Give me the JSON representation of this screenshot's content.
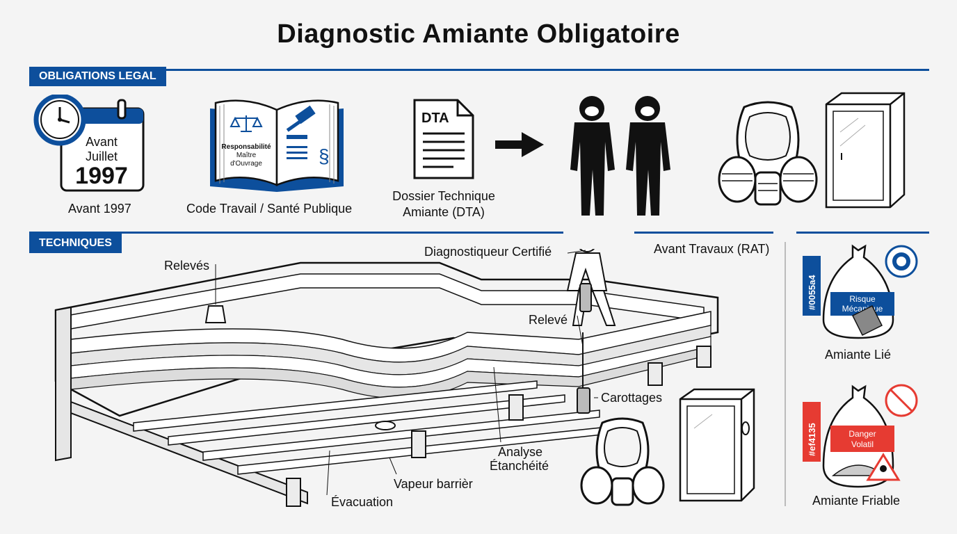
{
  "title": "Diagnostic Amiante Obligatoire",
  "sections": {
    "legal": "OBLIGATIONS LEGAL",
    "techniques": "TECHNIQUES"
  },
  "legal_items": {
    "calendar": {
      "line1": "Avant",
      "line2": "Juillet",
      "year": "1997",
      "caption": "Avant 1997"
    },
    "book": {
      "page_text_1": "Responsabilité",
      "page_text_2": "Maître",
      "page_text_3": "d'Ouvrage",
      "caption": "Code Travail / Santé Publique"
    },
    "dta": {
      "doc_label": "DTA",
      "caption_1": "Dossier Technique",
      "caption_2": "Amiante (DTA)"
    }
  },
  "technique_labels": {
    "releves": "Relevés",
    "diagnostiqueur": "Diagnostiqueur Certifié",
    "avant_travaux": "Avant Travaux (RAT)",
    "releve": "Relevé",
    "carottages": "Carottages",
    "analyse_1": "Analyse",
    "analyse_2": "Étanchéité",
    "vapeur": "Vapeur barrièr",
    "evacuation": "Évacuation"
  },
  "amiante": {
    "lie": {
      "code": "#0055a4",
      "badge_1": "Risque",
      "badge_2": "Mécanique",
      "caption": "Amiante Lié",
      "color": "#0d4f9c"
    },
    "friable": {
      "code": "#ef4135",
      "badge_1": "Danger",
      "badge_2": "Volatil",
      "caption": "Amiante Friable",
      "color": "#e63b32"
    }
  }
}
